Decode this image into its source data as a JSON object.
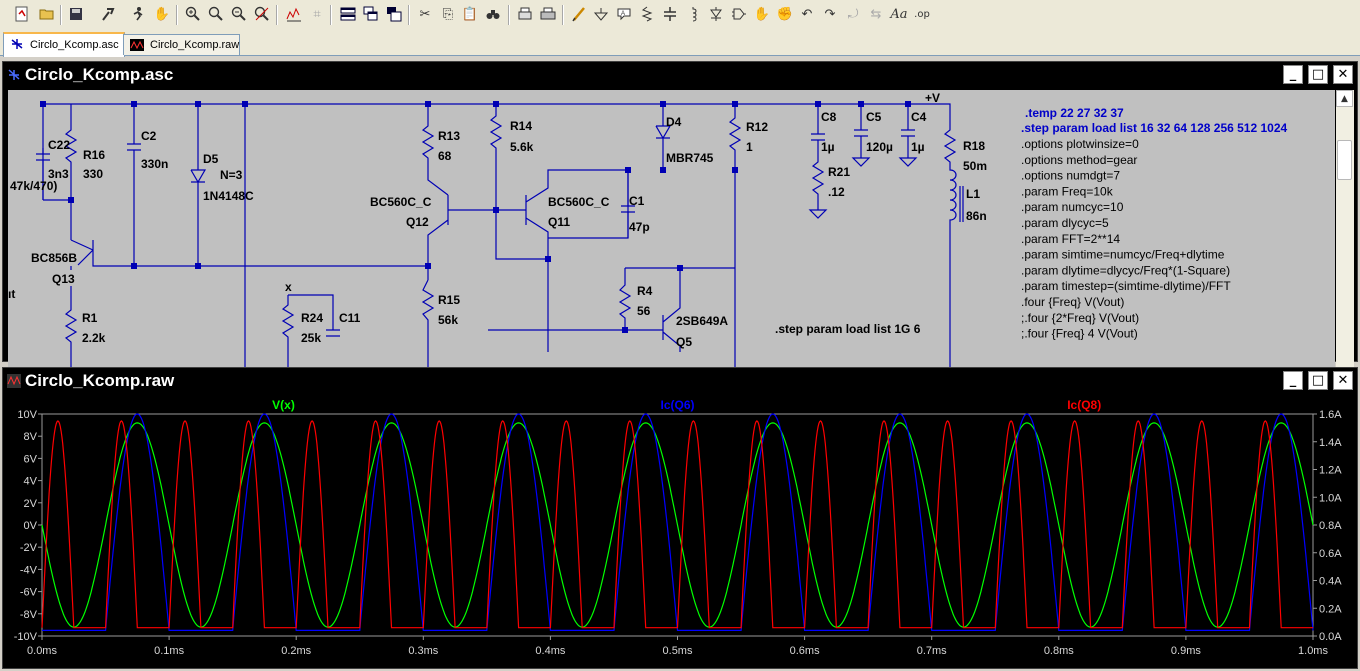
{
  "tabs": [
    {
      "label": "Circlo_Kcomp.asc",
      "active": true
    },
    {
      "label": "Circlo_Kcomp.raw",
      "active": false
    }
  ],
  "schematic_window": {
    "title": "Circlo_Kcomp.asc"
  },
  "waveform_window": {
    "title": "Circlo_Kcomp.raw"
  },
  "window_buttons": {
    "minimize": "_",
    "maximize": "□",
    "close": "✕"
  },
  "toolbar": {
    "text_tool": "Aa",
    "spice_directive": ".op"
  },
  "schematic": {
    "supply_label": "+V",
    "net_label_x": "x",
    "net_label_left": "ıt",
    "components": [
      {
        "ref": "C22",
        "value": "3n3"
      },
      {
        "ref": "R16",
        "value": "330"
      },
      {
        "ref": "",
        "value": "47k/470)"
      },
      {
        "ref": "C2",
        "value": "330n"
      },
      {
        "ref": "D5",
        "value": "1N4148C"
      },
      {
        "ref": "",
        "value": "N=3"
      },
      {
        "ref": "R13",
        "value": "68"
      },
      {
        "ref": "R14",
        "value": "5.6k"
      },
      {
        "ref": "D4",
        "value": "MBR745"
      },
      {
        "ref": "R12",
        "value": "1"
      },
      {
        "ref": "C8",
        "value": "1µ"
      },
      {
        "ref": "C5",
        "value": "120µ"
      },
      {
        "ref": "C4",
        "value": "1µ"
      },
      {
        "ref": "R18",
        "value": "50m"
      },
      {
        "ref": "L1",
        "value": "86n"
      },
      {
        "ref": "R21",
        "value": ".12"
      },
      {
        "ref": "Q12",
        "value": "BC560C_C"
      },
      {
        "ref": "Q11",
        "value": "BC560C_C"
      },
      {
        "ref": "C1",
        "value": "47p"
      },
      {
        "ref": "Q13",
        "value": "BC856B"
      },
      {
        "ref": "R1",
        "value": "2.2k"
      },
      {
        "ref": "R24",
        "value": "25k"
      },
      {
        "ref": "C11",
        "value": ""
      },
      {
        "ref": "R15",
        "value": "56k"
      },
      {
        "ref": "R4",
        "value": "56"
      },
      {
        "ref": "Q5",
        "value": "2SB649A"
      }
    ],
    "step_directive": ".step param load list 1G 6",
    "directives_blue": [
      ".temp 22 27 32 37",
      ".step param load list 16 32 64 128 256 512 1024"
    ],
    "directives": [
      ".options plotwinsize=0",
      ".options method=gear",
      ".options numdgt=7",
      ".param Freq=10k",
      ".param numcyc=10",
      ".param dlycyc=5",
      ".param FFT=2**14",
      ".param simtime=numcyc/Freq+dlytime",
      ".param dlytime=dlycyc/Freq*(1-Square)",
      ".param timestep=(simtime-dlytime)/FFT",
      ".four {Freq} V(Vout)",
      ";.four {2*Freq} V(Vout)",
      ";.four {Freq} 4 V(Vout)"
    ]
  },
  "colors": {
    "wire": "#0000b4",
    "component_text": "#000000",
    "directive_blue": "#0000c8",
    "trace_vx": "#00ff00",
    "trace_icq6": "#0000ff",
    "trace_icq8": "#ff0000",
    "plot_bg": "#000000",
    "axis_text": "#d8d8d8"
  },
  "chart_data": {
    "type": "line",
    "x_label_ticks": [
      "0.0ms",
      "0.1ms",
      "0.2ms",
      "0.3ms",
      "0.4ms",
      "0.5ms",
      "0.6ms",
      "0.7ms",
      "0.8ms",
      "0.9ms",
      "1.0ms"
    ],
    "y_left_ticks": [
      "10V",
      "8V",
      "6V",
      "4V",
      "2V",
      "0V",
      "-2V",
      "-4V",
      "-6V",
      "-8V",
      "-10V"
    ],
    "y_right_ticks": [
      "1.6A",
      "1.4A",
      "1.2A",
      "1.0A",
      "0.8A",
      "0.6A",
      "0.4A",
      "0.2A",
      "0.0A"
    ],
    "xlim": [
      0,
      1.0
    ],
    "ylim_left": [
      -10,
      10
    ],
    "ylim_right": [
      0,
      1.6
    ],
    "grid": false,
    "series": [
      {
        "name": "V(x)",
        "axis": "left",
        "period_ms": 0.1,
        "amplitude": 9.2,
        "offset": 0,
        "phase_peak_ms": 0.075
      },
      {
        "name": "Ic(Q6)",
        "axis": "right",
        "period_ms": 0.1,
        "peak": 1.6,
        "floor": 0.04,
        "shape": "half-sine",
        "active_ms": [
          0.05,
          0.1
        ]
      },
      {
        "name": "Ic(Q8)",
        "axis": "right",
        "period_ms": 0.05,
        "peak": 1.55,
        "floor": 0.06,
        "shape": "half-sine pulses",
        "active_ms": [
          0.0,
          0.025
        ]
      }
    ]
  }
}
